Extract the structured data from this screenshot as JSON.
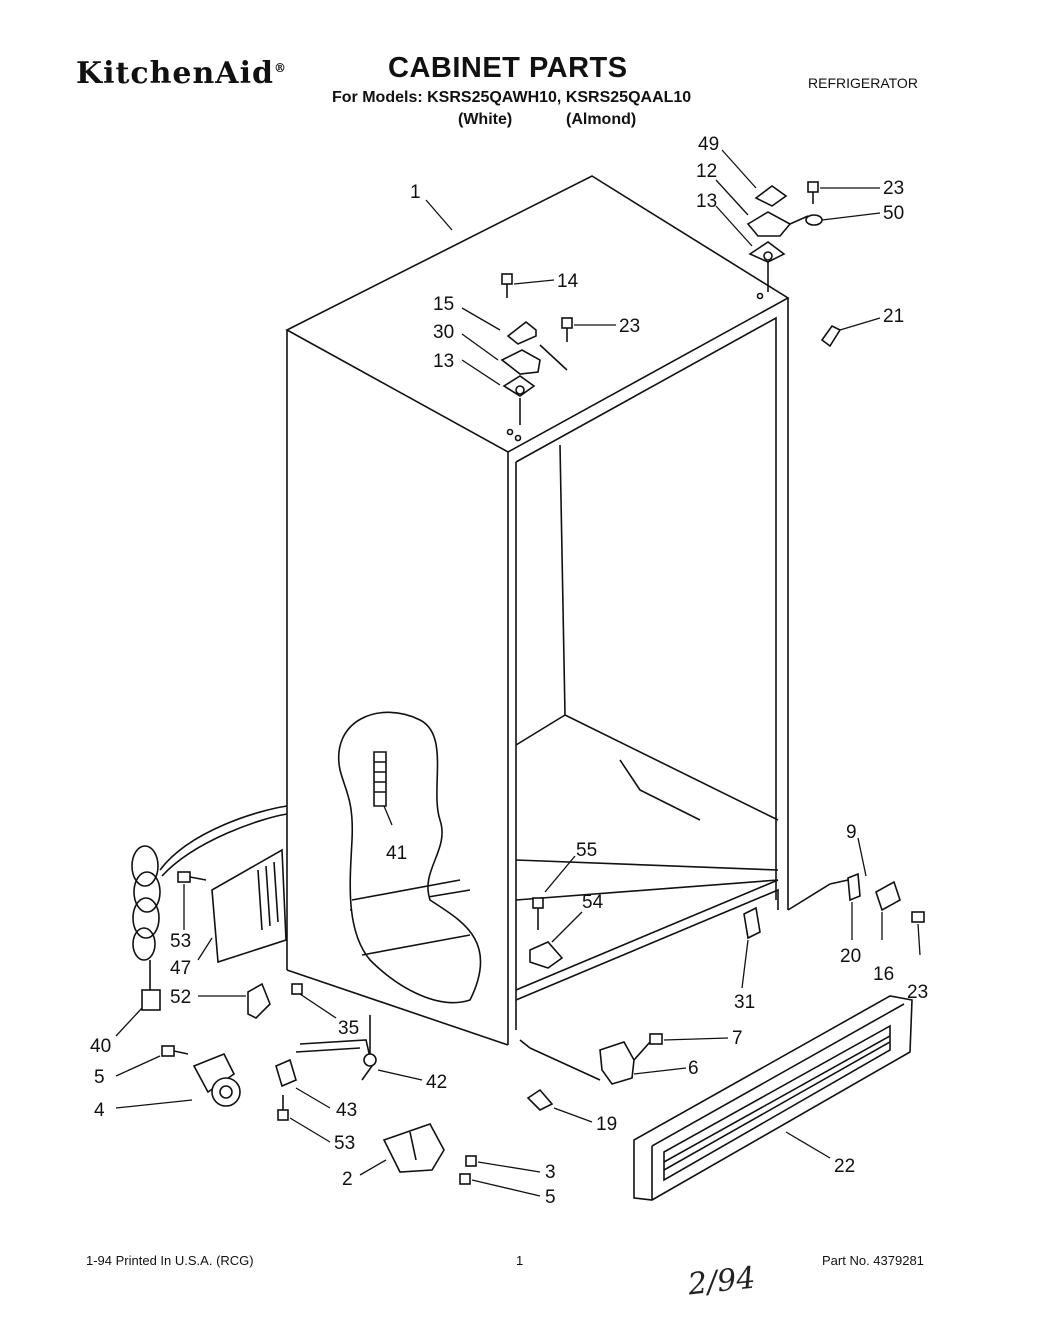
{
  "header": {
    "brand": "KitchenAid",
    "title": "CABINET PARTS",
    "category": "REFRIGERATOR",
    "models_line": "For Models: KSRS25QAWH10, KSRS25QAAL10",
    "variant_white": "(White)",
    "variant_almond": "(Almond)"
  },
  "footer": {
    "print_info": "1-94 Printed In U.S.A. (RCG)",
    "page_number": "1",
    "part_number": "Part No. 4379281",
    "handwritten_note": "2/94"
  },
  "callouts": {
    "c1": "1",
    "c49": "49",
    "c12": "12",
    "c13a": "13",
    "c23a": "23",
    "c50": "50",
    "c14": "14",
    "c15": "15",
    "c30": "30",
    "c13b": "13",
    "c23b": "23",
    "c21": "21",
    "c41": "41",
    "c55": "55",
    "c54": "54",
    "c9": "9",
    "c20": "20",
    "c16": "16",
    "c23c": "23",
    "c31": "31",
    "c53a": "53",
    "c47": "47",
    "c52": "52",
    "c40": "40",
    "c35": "35",
    "c5a": "5",
    "c4": "4",
    "c42": "42",
    "c43": "43",
    "c53b": "53",
    "c7": "7",
    "c6": "6",
    "c19": "19",
    "c22": "22",
    "c2": "2",
    "c3": "3",
    "c5b": "5"
  }
}
